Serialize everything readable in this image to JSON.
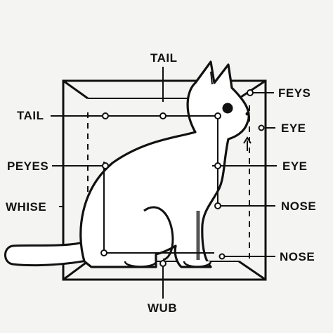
{
  "labels": {
    "tail_top": "TAIL",
    "tail_left": "TAIL",
    "peyes": "PEYES",
    "whise": "WHISE",
    "feys": "FEYS",
    "eye_1": "EYE",
    "eye_2": "EYE",
    "nose_1": "NOSE",
    "nose_2": "NOSE",
    "wub": "WUB"
  }
}
